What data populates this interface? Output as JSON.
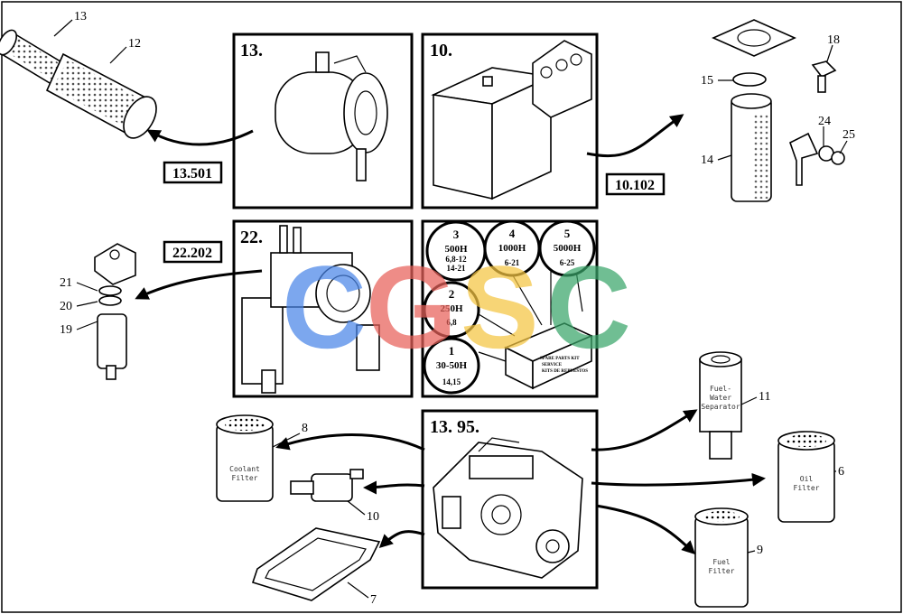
{
  "diagram": {
    "boxes": [
      {
        "id": "air-filter",
        "title": "13."
      },
      {
        "id": "hydraulic-tank",
        "title": "10."
      },
      {
        "id": "fuel-pump",
        "title": "22."
      },
      {
        "id": "engine",
        "title": "13. 95."
      }
    ],
    "references": [
      "13.501",
      "10.102",
      "22.202"
    ],
    "kit_intervals": [
      {
        "step": "3",
        "hours": "500H",
        "parts_1": "6,8-12",
        "parts_2": "14-21"
      },
      {
        "step": "4",
        "hours": "1000H",
        "parts_1": "6-21",
        "parts_2": ""
      },
      {
        "step": "5",
        "hours": "5000H",
        "parts_1": "6-25",
        "parts_2": ""
      },
      {
        "step": "2",
        "hours": "250H",
        "parts_1": "6,8",
        "parts_2": ""
      },
      {
        "step": "1",
        "hours": "30-50H",
        "parts_1": "14,15",
        "parts_2": ""
      }
    ],
    "kit_box_text": [
      "SPARE PARTS KIT",
      "SERVICE",
      "KITS DE REPUESTOS"
    ],
    "part_numbers": [
      "13",
      "12",
      "15",
      "18",
      "24",
      "25",
      "14",
      "21",
      "20",
      "19",
      "8",
      "10",
      "7",
      "11",
      "6",
      "9"
    ],
    "filter_labels": {
      "coolant": [
        "Coolant",
        "Filter"
      ],
      "oil": [
        "Oil",
        "Filter"
      ],
      "fuel": [
        "Fuel",
        "Filter"
      ],
      "water_sep": [
        "Fuel-",
        "Water",
        "Separator"
      ]
    },
    "watermark": {
      "letters": [
        "C",
        "G",
        "S",
        "C"
      ],
      "colors": [
        "#4a86e8",
        "#e8615a",
        "#f5c542",
        "#3aa66a"
      ]
    }
  }
}
